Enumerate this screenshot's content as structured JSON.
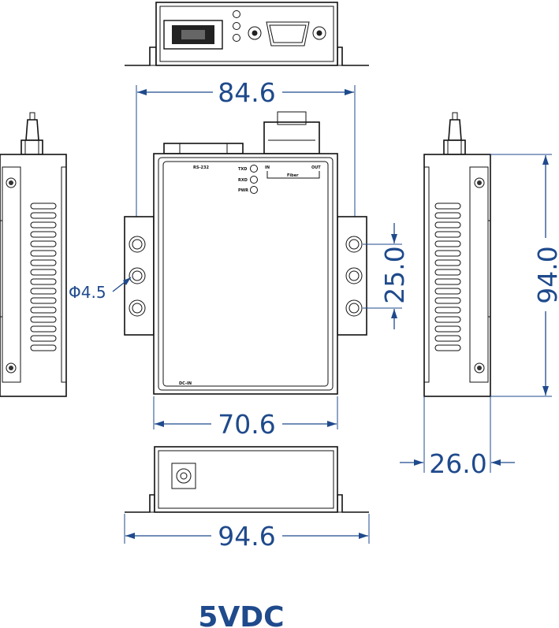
{
  "dimensions": {
    "top_width": "84.6",
    "hole_diameter": "Φ4.5",
    "hole_spacing": "25.0",
    "height": "94.0",
    "body_width": "70.6",
    "depth": "26.0",
    "total_width": "94.6"
  },
  "panel_labels": {
    "serial": "RS-232",
    "txd": "TXD",
    "rxd": "RXD",
    "pwr": "PWR",
    "fiber_in": "IN",
    "fiber_out": "OUT",
    "fiber": "Fiber",
    "dc_in": "DC-IN"
  },
  "caption": "5VDC",
  "colors": {
    "dimension": "#1f4a8c",
    "outline": "#111111"
  }
}
